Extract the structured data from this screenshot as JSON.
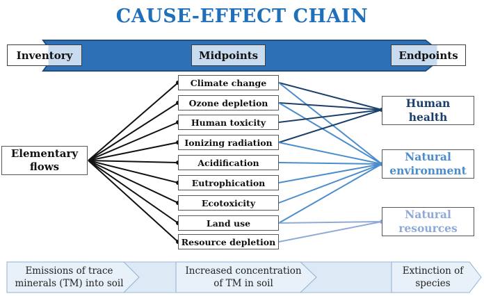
{
  "title": "CAUSE-EFFECT CHAIN",
  "stages": {
    "inventory": "Inventory",
    "midpoints": "Midpoints",
    "endpoints": "Endpoints"
  },
  "elementary_flows": {
    "line1": "Elementary",
    "line2": "flows"
  },
  "midpoints": [
    "Climate change",
    "Ozone depletion",
    "Human toxicity",
    "Ionizing radiation",
    "Acidification",
    "Eutrophication",
    "Ecotoxicity",
    "Land use",
    "Resource depletion"
  ],
  "endpoints": [
    {
      "line1": "Human",
      "line2": "health",
      "color": "#1b3f6b"
    },
    {
      "line1": "Natural",
      "line2": "environment",
      "color": "#4a8ccc"
    },
    {
      "line1": "Natural",
      "line2": "resources",
      "color": "#8fa9d8"
    }
  ],
  "links": [
    {
      "from": 0,
      "to": 0
    },
    {
      "from": 0,
      "to": 1
    },
    {
      "from": 1,
      "to": 0
    },
    {
      "from": 1,
      "to": 1
    },
    {
      "from": 2,
      "to": 0
    },
    {
      "from": 3,
      "to": 0
    },
    {
      "from": 3,
      "to": 1
    },
    {
      "from": 4,
      "to": 1
    },
    {
      "from": 5,
      "to": 1
    },
    {
      "from": 6,
      "to": 1
    },
    {
      "from": 7,
      "to": 1
    },
    {
      "from": 7,
      "to": 2
    },
    {
      "from": 8,
      "to": 2
    }
  ],
  "example_chain": [
    {
      "line1": "Emissions of trace",
      "line2": "minerals (TM) into soil"
    },
    {
      "line1": "Increased concentration",
      "line2": "of TM in soil"
    },
    {
      "line1": "Extinction of",
      "line2": "species"
    }
  ],
  "colors": {
    "title": "#1f6fba",
    "main_arrow": "#2e70b6",
    "label_fill": "#c9dbef",
    "bottom_arrow": "#dde9f5"
  }
}
